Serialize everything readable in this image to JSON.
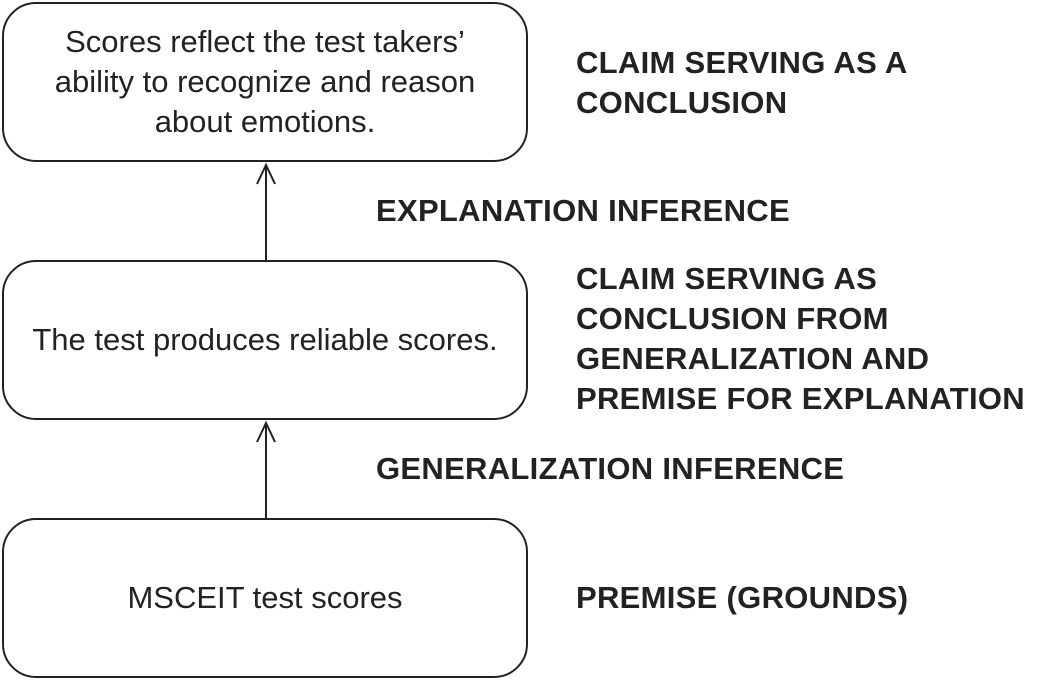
{
  "boxes": {
    "conclusion": "Scores reflect the test takers’\nability to recognize and reason\nabout emotions.",
    "intermediate": "The test produces reliable scores.",
    "grounds": "MSCEIT test scores"
  },
  "labels": {
    "conclusion": "CLAIM SERVING AS A\nCONCLUSION",
    "intermediate": "CLAIM SERVING AS\nCONCLUSION FROM\nGENERALIZATION AND\nPREMISE FOR EXPLANATION",
    "grounds": "PREMISE (GROUNDS)"
  },
  "inferences": {
    "explanation": "EXPLANATION INFERENCE",
    "generalization": "GENERALIZATION INFERENCE"
  }
}
